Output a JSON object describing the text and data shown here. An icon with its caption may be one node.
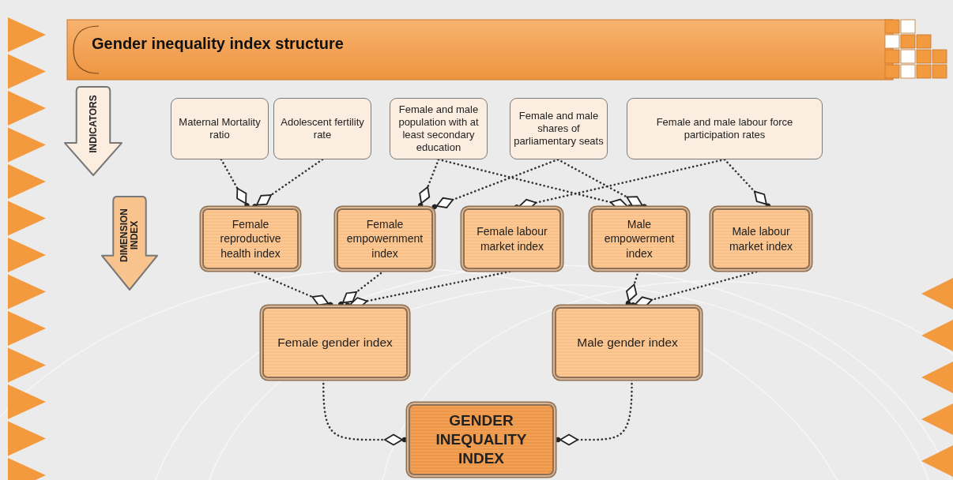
{
  "diagram": {
    "title": "Gender inequality index structure",
    "nodes": [
      {
        "text": [
          "Maternal Mortality ratio"
        ]
      },
      {
        "text": [
          "Adolescent fertility rate"
        ]
      },
      {
        "text": [
          "Female and male population with at least secondary education"
        ]
      },
      {
        "text": [
          "Female and male shares of parliamentary seats"
        ]
      },
      {
        "text": [
          "Female and male labour force participation rates"
        ]
      },
      {
        "text": [
          "Female reproductive health index"
        ]
      },
      {
        "text": [
          "Female empowernment index"
        ]
      },
      {
        "text": [
          "Female labour market index"
        ]
      },
      {
        "text": [
          "Male empowerment index"
        ]
      },
      {
        "text": [
          "Male labour market index"
        ]
      },
      {
        "text": [
          "Female gender index"
        ]
      },
      {
        "text": [
          "Male gender index"
        ]
      },
      {
        "text": [
          "GENDER INEQUALITY INDEX"
        ]
      },
      {
        "text": [
          "INDICATORS"
        ]
      },
      {
        "text": [
          "DIMENSION INDEX"
        ]
      }
    ],
    "edges": [
      {
        "from": 0,
        "to": 5,
        "arrow": "other",
        "style": "dashed"
      },
      {
        "from": 1,
        "to": 5,
        "arrow": "other",
        "style": "dashed"
      },
      {
        "from": 2,
        "to": 6,
        "arrow": "other",
        "style": "dashed"
      },
      {
        "from": 3,
        "to": 6,
        "arrow": "other",
        "style": "dashed"
      },
      {
        "from": 4,
        "to": 7,
        "arrow": "other",
        "style": "dashed"
      },
      {
        "from": 2,
        "to": 8,
        "arrow": "other",
        "style": "dashed"
      },
      {
        "from": 3,
        "to": 8,
        "arrow": "other",
        "style": "dashed"
      },
      {
        "from": 4,
        "to": 9,
        "arrow": "other",
        "style": "dashed"
      },
      {
        "from": 5,
        "to": 10,
        "arrow": "other",
        "style": "dashed"
      },
      {
        "from": 6,
        "to": 10,
        "arrow": "other",
        "style": "dashed"
      },
      {
        "from": 7,
        "to": 10,
        "arrow": "other",
        "style": "dashed"
      },
      {
        "from": 8,
        "to": 11,
        "arrow": "other",
        "style": "dashed"
      },
      {
        "from": 9,
        "to": 11,
        "arrow": "other",
        "style": "dashed"
      },
      {
        "from": 10,
        "to": 12,
        "arrow": "other",
        "style": "dashed"
      },
      {
        "from": 11,
        "to": 12,
        "arrow": "other",
        "style": "dashed"
      }
    ]
  }
}
